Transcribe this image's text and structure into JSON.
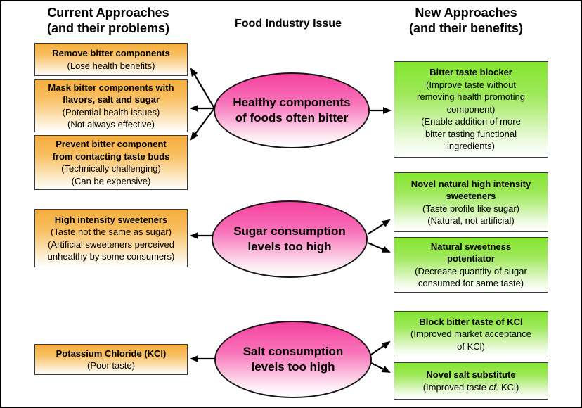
{
  "headers": {
    "left": "Current Approaches\n(and their problems)",
    "center": "Food Industry Issue",
    "right": "New Approaches\n(and their benefits)"
  },
  "issues": {
    "bitter": "Healthy components\nof foods often bitter",
    "sugar": "Sugar consumption\nlevels too high",
    "salt": "Salt consumption\nlevels too high"
  },
  "current_approaches": {
    "remove": {
      "title": "Remove bitter components",
      "problems": "(Lose health benefits)"
    },
    "mask": {
      "title": "Mask bitter components with\nflavors, salt and sugar",
      "problems": "(Potential health issues)\n(Not always effective)"
    },
    "prevent": {
      "title": "Prevent bitter component\nfrom contacting taste buds",
      "problems": "(Technically challenging)\n(Can be expensive)"
    },
    "sweeteners": {
      "title": "High intensity sweeteners",
      "problems": "(Taste not the same as sugar)\n(Artificial sweeteners perceived\nunhealthy by some consumers)"
    },
    "kcl": {
      "title": "Potassium Chloride (KCl)",
      "problems": "(Poor taste)"
    }
  },
  "new_approaches": {
    "blocker": {
      "title": "Bitter taste blocker",
      "benefits": "(Improve taste without\nremoving health promoting\ncomponent)\n(Enable addition of more\nbitter tasting functional\ningredients)"
    },
    "novel_sweeteners": {
      "title": "Novel natural high intensity\nsweeteners",
      "benefits": "(Taste profile like sugar)\n(Natural, not artificial)"
    },
    "potentiator": {
      "title": "Natural sweetness\npotentiator",
      "benefits": "(Decrease quantity of sugar\nconsumed for same taste)"
    },
    "block_bitter_kcl": {
      "title": "Block bitter taste of KCl",
      "benefits": "(Improved market acceptance\nof KCl)"
    },
    "salt_substitute": {
      "title": "Novel salt substitute",
      "benefit_prefix": "(Improved taste ",
      "benefit_italic": "cf.",
      "benefit_suffix": " KCl)"
    }
  },
  "colors": {
    "problem_box_top": "#F6AE3E",
    "benefit_box_top": "#84E52F",
    "issue_ellipse_top": "#F6419F",
    "arrow": "#000000",
    "box_border": "#3a3a3a"
  }
}
